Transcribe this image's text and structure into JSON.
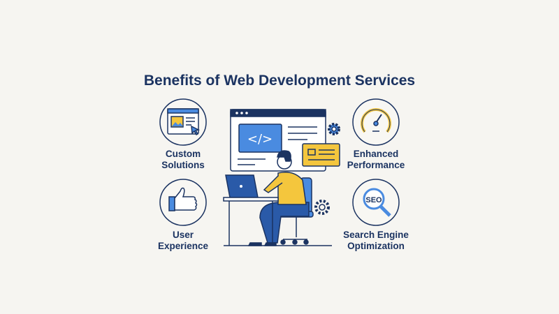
{
  "title": "Benefits of Web Development Services",
  "benefits": [
    {
      "line1": "Custom",
      "line2": "Solutions",
      "icon": "browser-image-cursor-icon"
    },
    {
      "line1": "User",
      "line2": "Experience",
      "icon": "thumbs-up-icon"
    },
    {
      "line1": "Enhanced",
      "line2": "Performance",
      "icon": "speedometer-icon"
    },
    {
      "line1": "Search Engine",
      "line2": "Optimization",
      "icon": "seo-magnifier-icon"
    }
  ],
  "seo_text": "SEO",
  "code_symbol": "</>",
  "colors": {
    "navy": "#1b3361",
    "blue": "#4a8be0",
    "yellow": "#f4c63d",
    "bg": "#f6f5f1"
  }
}
